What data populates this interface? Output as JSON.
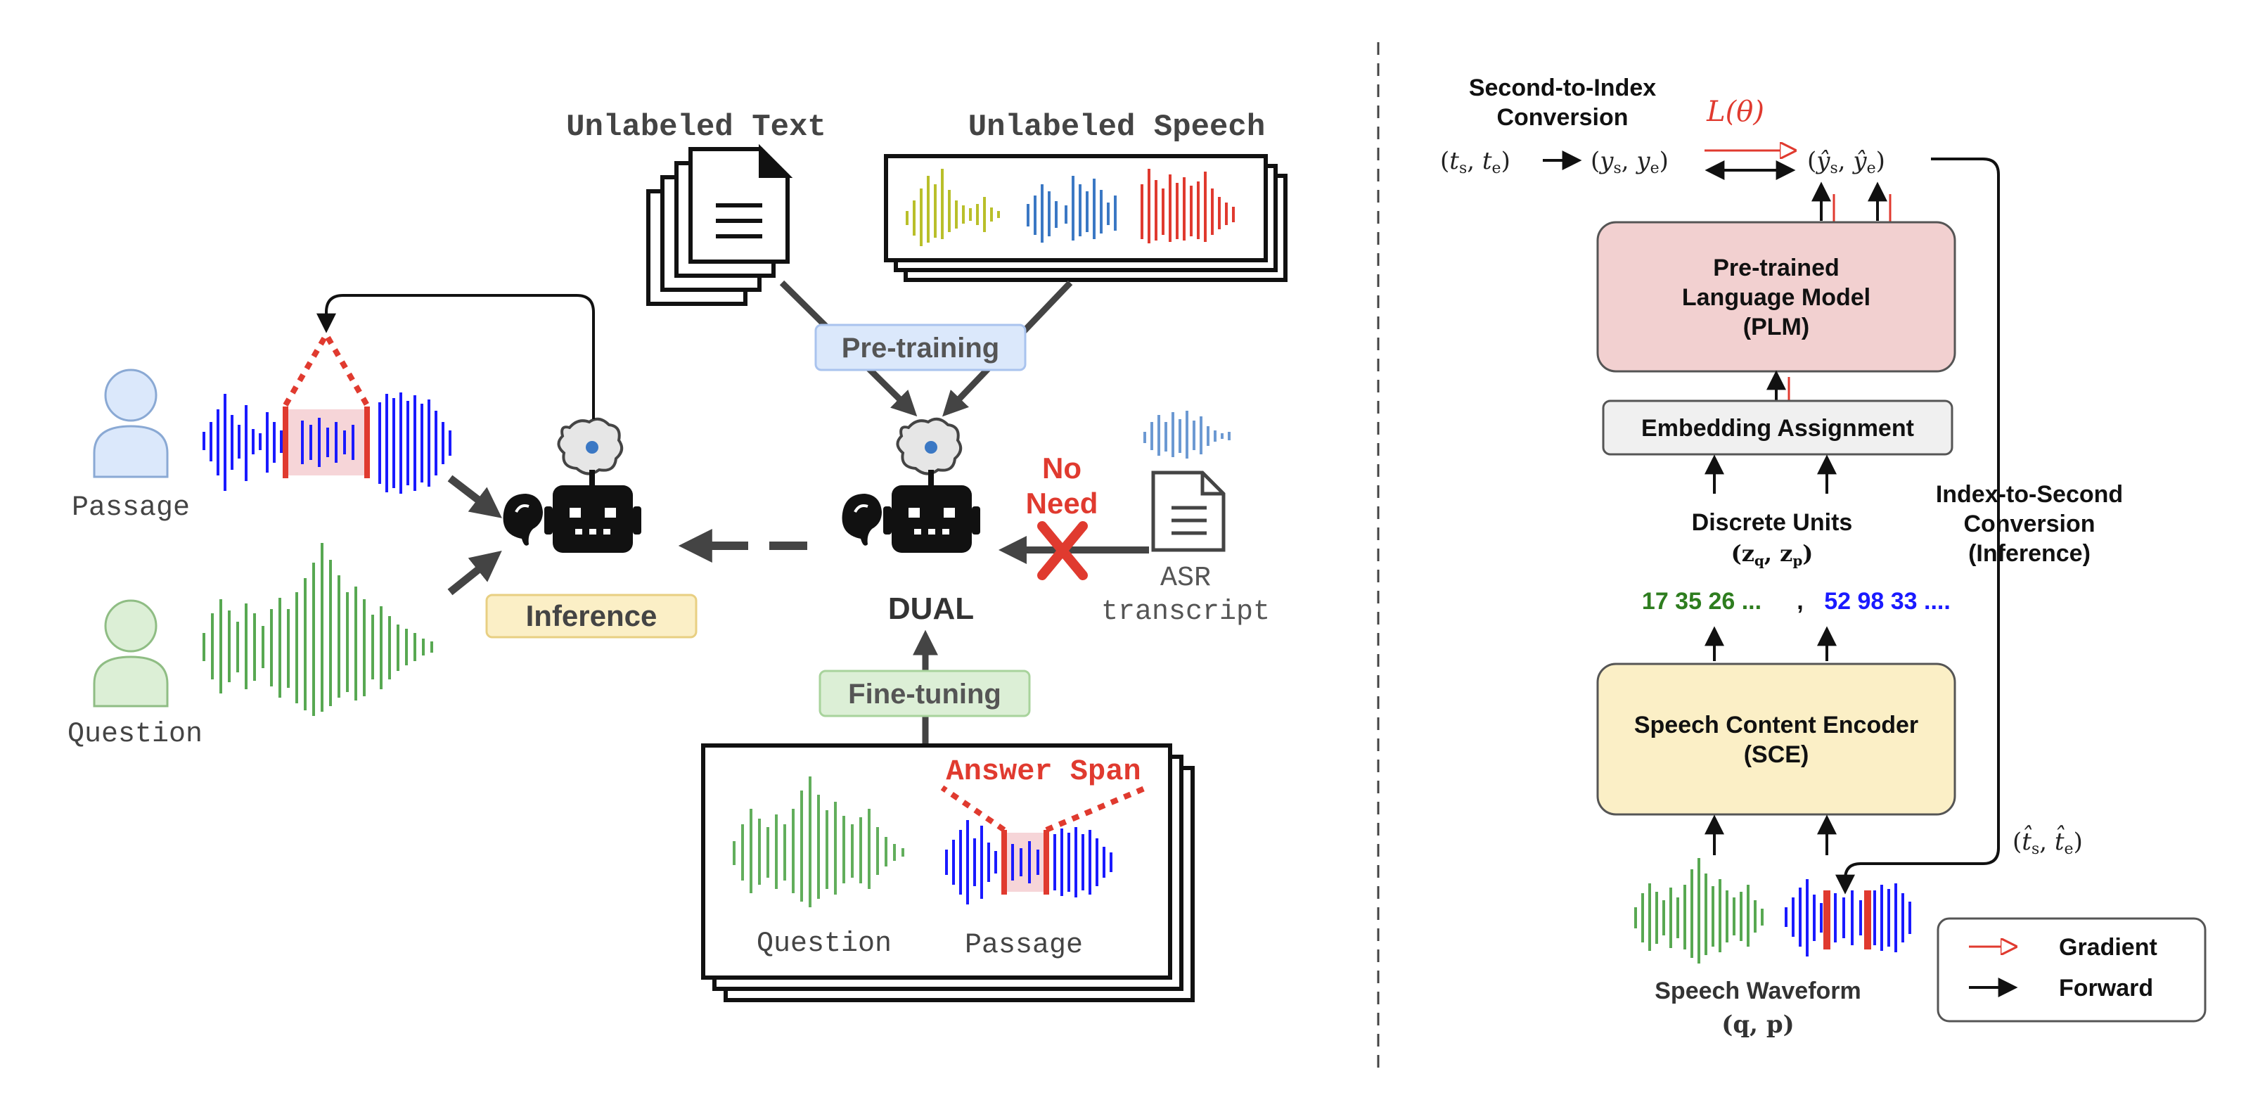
{
  "left": {
    "unlabeled_text": "Unlabeled Text",
    "unlabeled_speech": "Unlabeled Speech",
    "pre_training": "Pre-training",
    "passage": "Passage",
    "question": "Question",
    "inference": "Inference",
    "dual": "DUAL",
    "no_need_1": "No",
    "no_need_2": "Need",
    "asr_1": "ASR",
    "asr_2": "transcript",
    "fine_tuning": "Fine-tuning",
    "answer_span": "Answer Span",
    "ft_question": "Question",
    "ft_passage": "Passage"
  },
  "right": {
    "sti_1": "Second-to-Index",
    "sti_2": "Conversion",
    "loss": "L(θ)",
    "plm_1": "Pre-trained",
    "plm_2": "Language Model",
    "plm_3": "(PLM)",
    "embedding": "Embedding Assignment",
    "discrete_units": "Discrete Units",
    "discrete_vars": "(z",
    "units_green": "17 35 26 ...",
    "units_comma": ",",
    "units_blue": "52 98 33 ....",
    "sce_1": "Speech Content Encoder",
    "sce_2": "(SCE)",
    "its_1": "Index-to-Second",
    "its_2": "Conversion",
    "its_3": "(Inference)",
    "waveform_1": "Speech Waveform",
    "waveform_2": "(q, p)",
    "legend_gradient": "Gradient",
    "legend_forward": "Forward"
  },
  "colors": {
    "green": "#2e7d1f",
    "blue": "#1a1aff",
    "red": "#e03a2f",
    "plm_fill": "#f2d0d0",
    "sce_fill": "#fbefc6",
    "pre_fill": "#dbe8fb",
    "ft_fill": "#dcefd6",
    "inf_fill": "#fbefc6"
  }
}
